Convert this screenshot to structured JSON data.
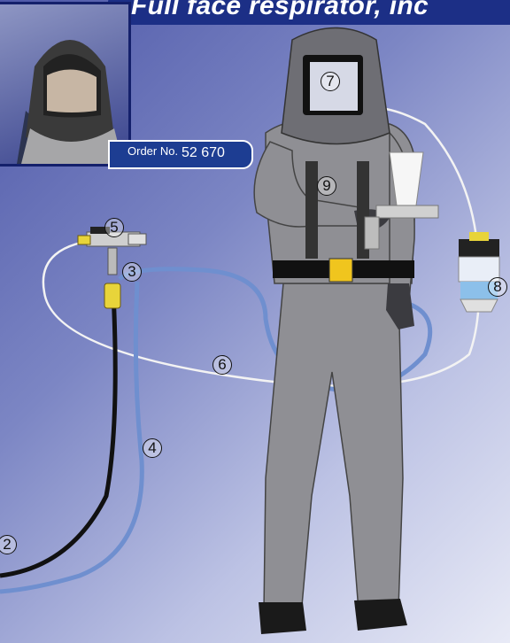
{
  "header": {
    "title": "Full face respirator, inc"
  },
  "inset": {
    "order_label": "Order No.",
    "order_number": "52 670"
  },
  "callouts": [
    "2",
    "3",
    "4",
    "5",
    "6",
    "7",
    "8",
    "9"
  ],
  "colors": {
    "title_bar": "#1c2f86",
    "hose_blue": "#6f8fcf",
    "suit": "#8f8f94"
  }
}
